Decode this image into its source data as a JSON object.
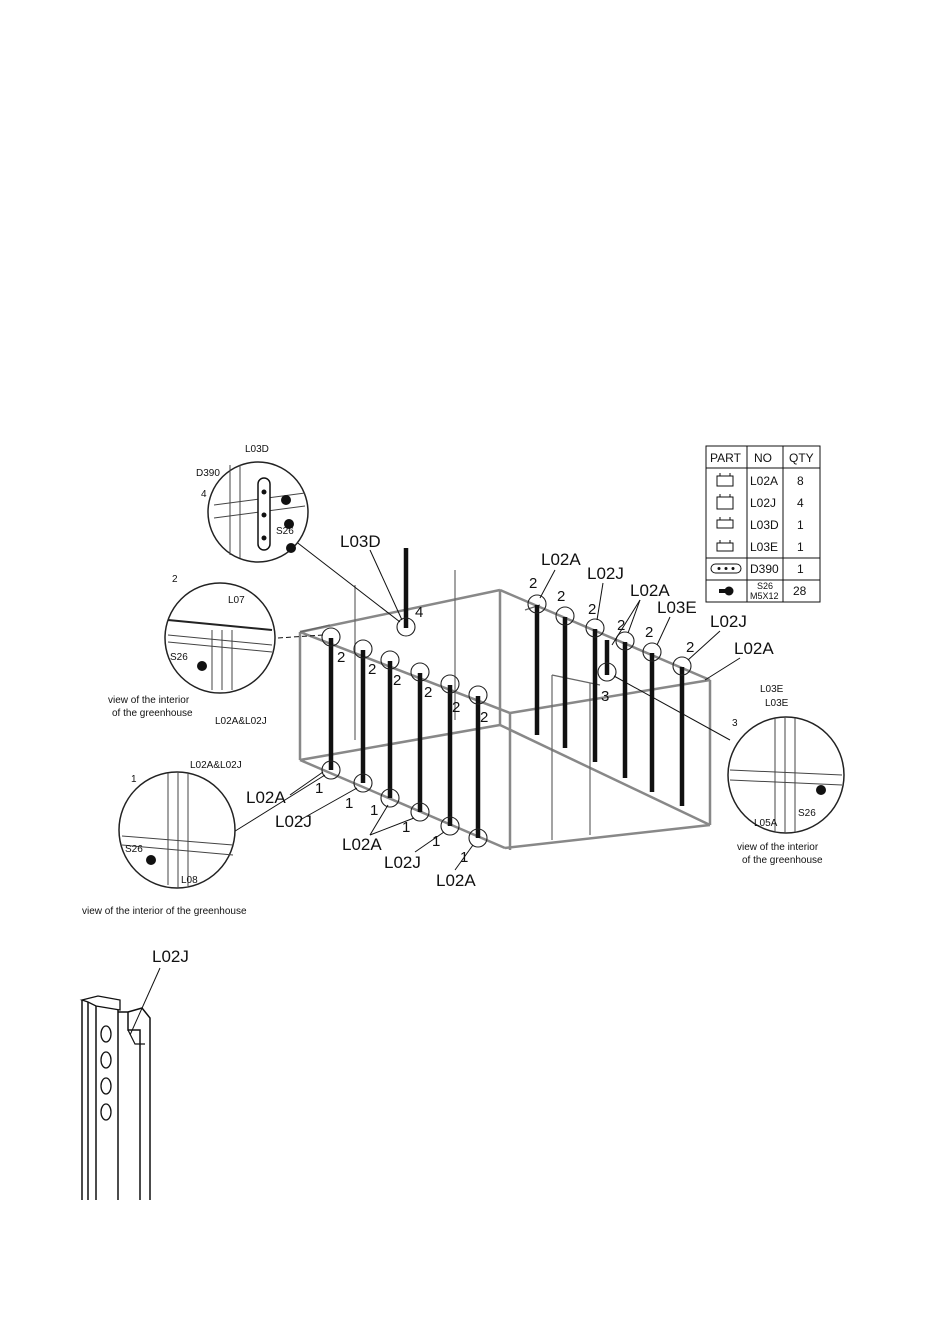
{
  "parts_table": {
    "headers": [
      "PART",
      "NO",
      "QTY"
    ],
    "rows": [
      {
        "icon": "channel-profile-icon",
        "no": "L02A",
        "qty": "8"
      },
      {
        "icon": "channel-profile-icon",
        "no": "L02J",
        "qty": "4"
      },
      {
        "icon": "channel-profile-icon",
        "no": "L03D",
        "qty": "1"
      },
      {
        "icon": "channel-profile-icon",
        "no": "L03E",
        "qty": "1"
      },
      {
        "icon": "plate-icon",
        "no": "D390",
        "qty": "1"
      },
      {
        "icon": "screw-icon",
        "no": "S26",
        "no2": "M5X12",
        "qty": "28"
      }
    ]
  },
  "labels": {
    "l03d": "L03D",
    "l02a": "L02A",
    "l02j": "L02J",
    "l03e": "L03E",
    "d390": "D390",
    "l07": "L07",
    "l08": "L08",
    "l05a": "L05A",
    "s26": "S26",
    "l02a_l02j": "L02A&L02J",
    "n1": "1",
    "n2": "2",
    "n3": "3",
    "n4": "4"
  },
  "captions": {
    "interior_line1": "view of the interior",
    "interior_line2": "of the greenhouse",
    "interior_full": "view of the interior of the greenhouse"
  },
  "profile_label": "L02J"
}
